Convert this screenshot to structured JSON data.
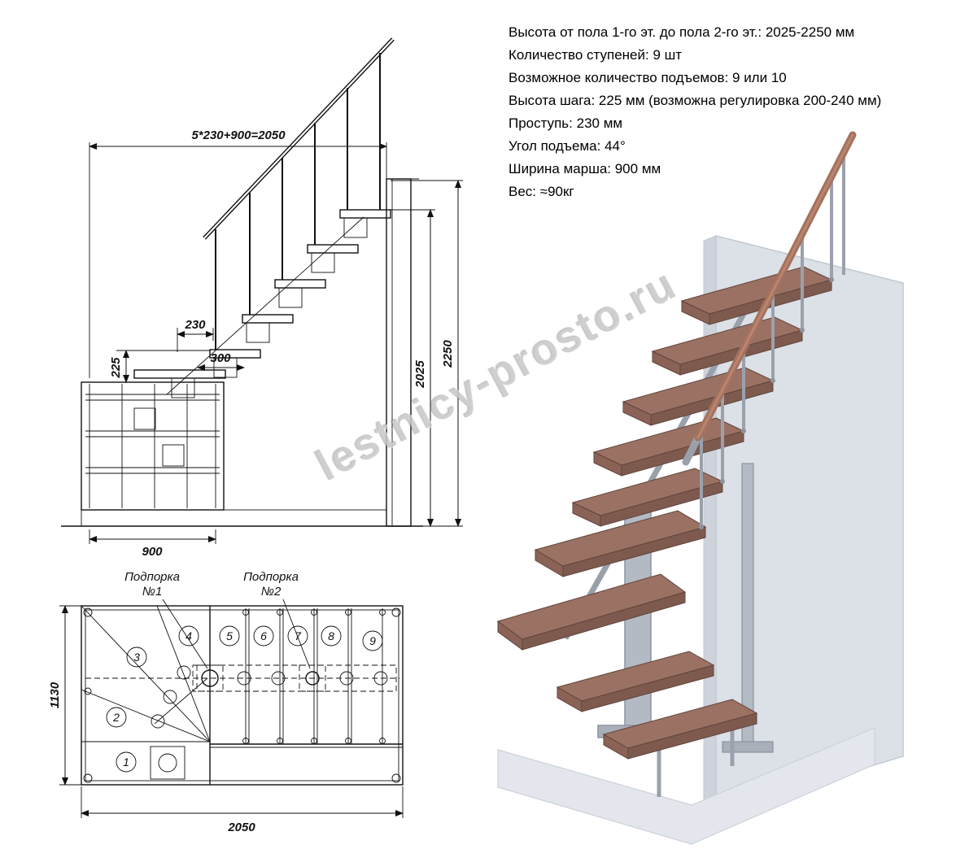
{
  "specs": {
    "lines": [
      "Высота от пола 1-го эт. до пола 2-го эт.: 2025-2250 мм",
      "Количество ступеней: 9 шт",
      "Возможное количество подъемов: 9 или 10",
      "Высота шага: 225 мм (возможна регулировка 200-240 мм)",
      "Проступь: 230 мм",
      "Угол подъема: 44°",
      "Ширина марша: 900 мм",
      "Вес: ≈90кг"
    ]
  },
  "elevation": {
    "dim_total_run": "5*230+900=2050",
    "dim_tread": "230",
    "dim_riser": "225",
    "dim_module": "300",
    "dim_width": "900",
    "dim_total_height": "2250",
    "dim_floor_height": "2025"
  },
  "plan": {
    "support1_line1": "Подпорка",
    "support1_line2": "№1",
    "support2_line1": "Подпорка",
    "support2_line2": "№2",
    "steps": [
      "1",
      "2",
      "3",
      "4",
      "5",
      "6",
      "7",
      "8",
      "9"
    ],
    "dim_depth": "1130",
    "dim_length": "2050"
  },
  "watermark": "lestnicy-prosto.ru",
  "colors": {
    "tread_top": "#9b7163",
    "tread_front": "#7e5a4e",
    "wall": "#dce0e7",
    "metal": "#9aa1ac",
    "handrail": "#a5725e"
  }
}
